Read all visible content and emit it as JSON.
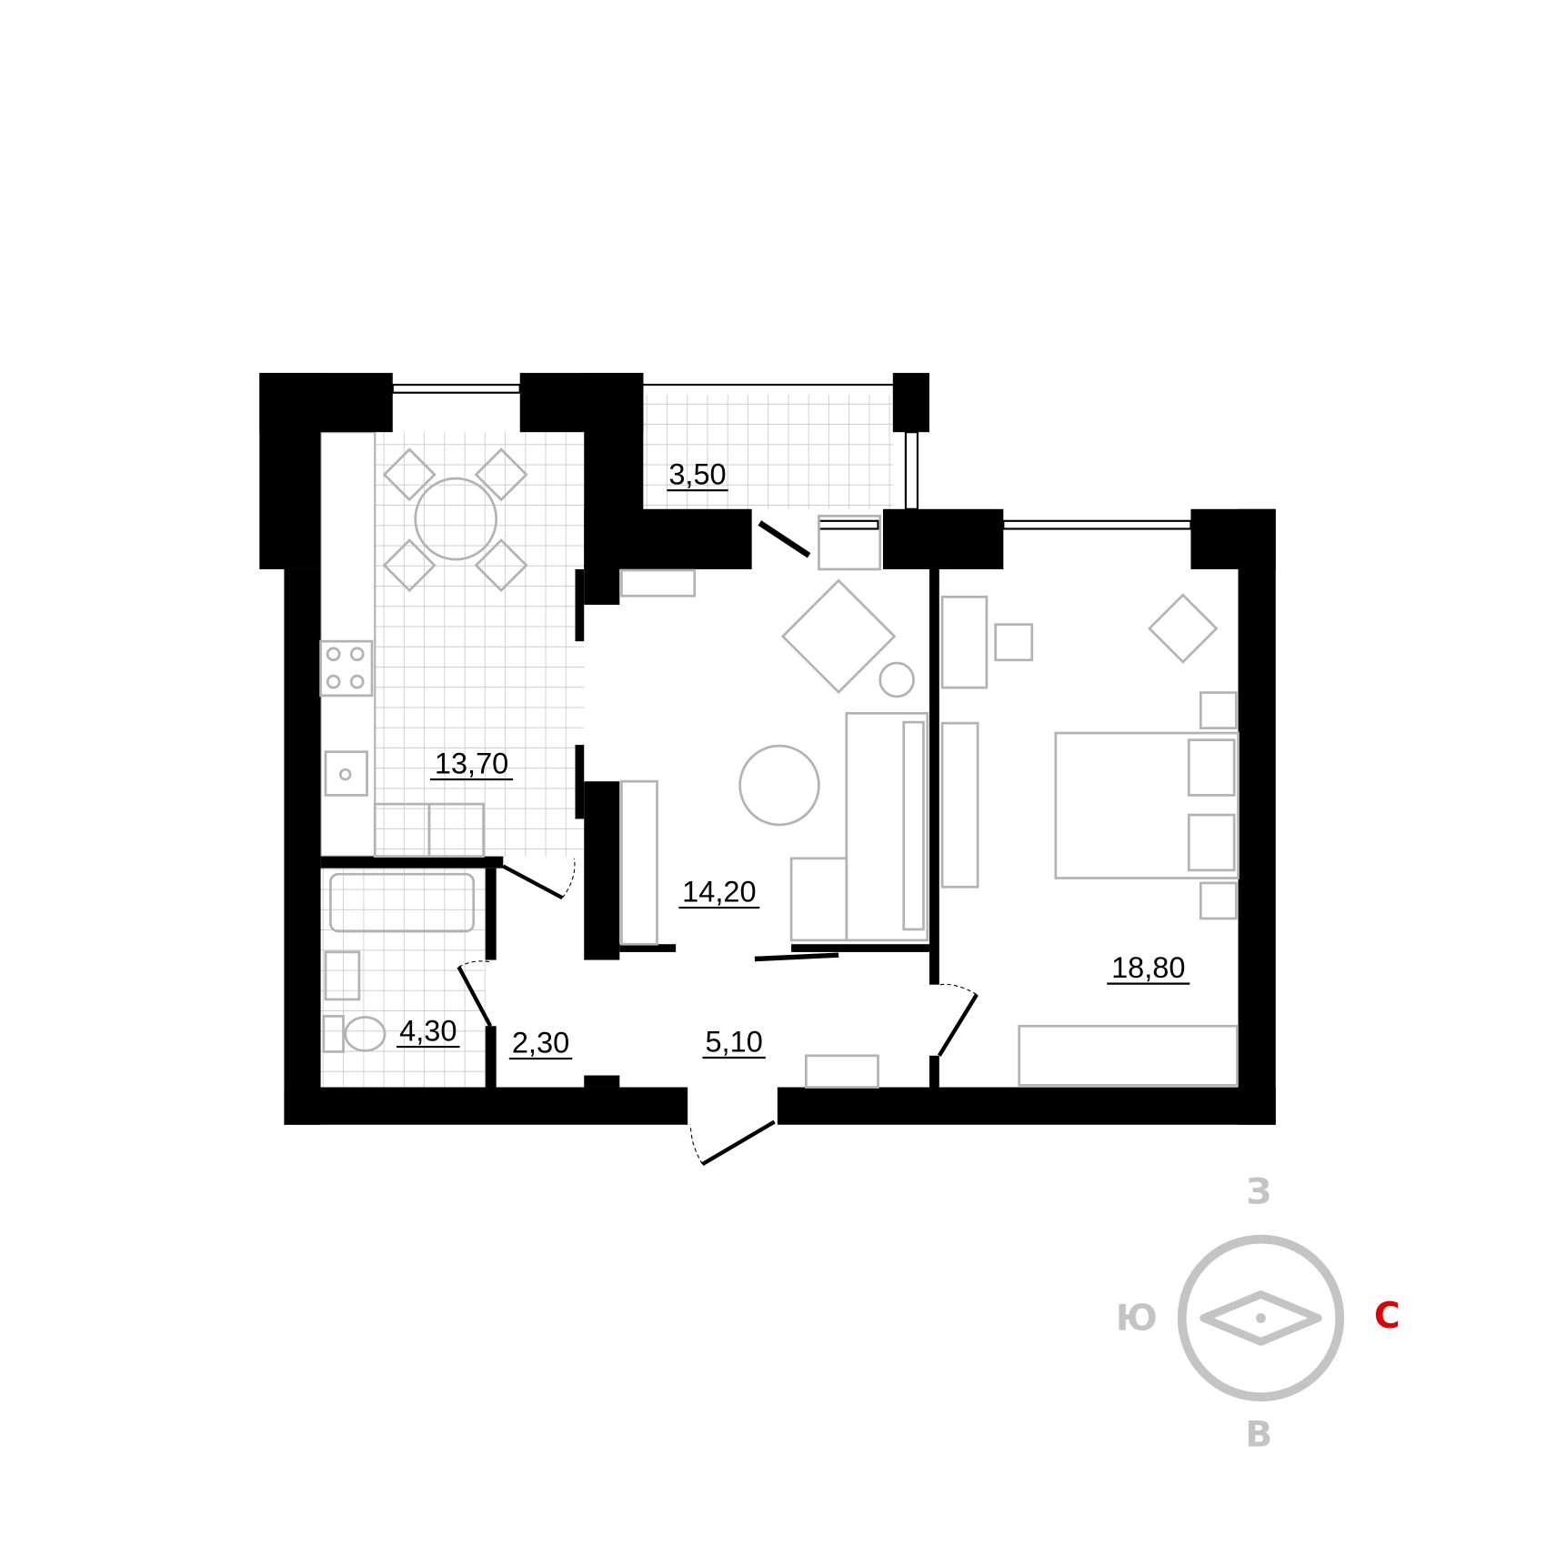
{
  "rooms": [
    {
      "name": "balcony",
      "area": "3,50"
    },
    {
      "name": "kitchen",
      "area": "13,70"
    },
    {
      "name": "living-room",
      "area": "14,20"
    },
    {
      "name": "bedroom",
      "area": "18,80"
    },
    {
      "name": "bathroom",
      "area": "4,30"
    },
    {
      "name": "corridor",
      "area": "2,30"
    },
    {
      "name": "hallway",
      "area": "5,10"
    }
  ],
  "compass": {
    "west": "З",
    "south": "Ю",
    "north": "С",
    "east": "В",
    "north_color": "#e00000",
    "muted_color": "#c4c4c4"
  }
}
